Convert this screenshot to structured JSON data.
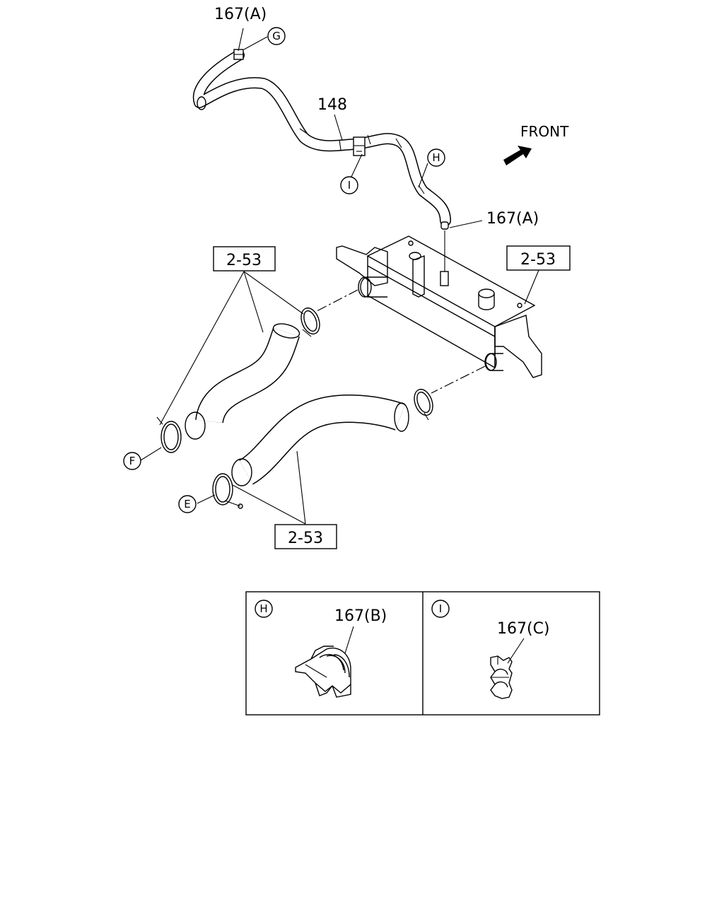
{
  "labels": {
    "part_167a_top": "167(A)",
    "part_167a_right": "167(A)",
    "part_148": "148",
    "front": "FRONT",
    "ref_253_upper_left": "2-53",
    "ref_253_upper_right": "2-53",
    "ref_253_lower": "2-53",
    "callout_g": "G",
    "callout_h": "H",
    "callout_i": "I",
    "callout_f": "F",
    "callout_e": "E"
  },
  "details": {
    "h": {
      "callout": "H",
      "part": "167(B)"
    },
    "i": {
      "callout": "I",
      "part": "167(C)"
    }
  }
}
